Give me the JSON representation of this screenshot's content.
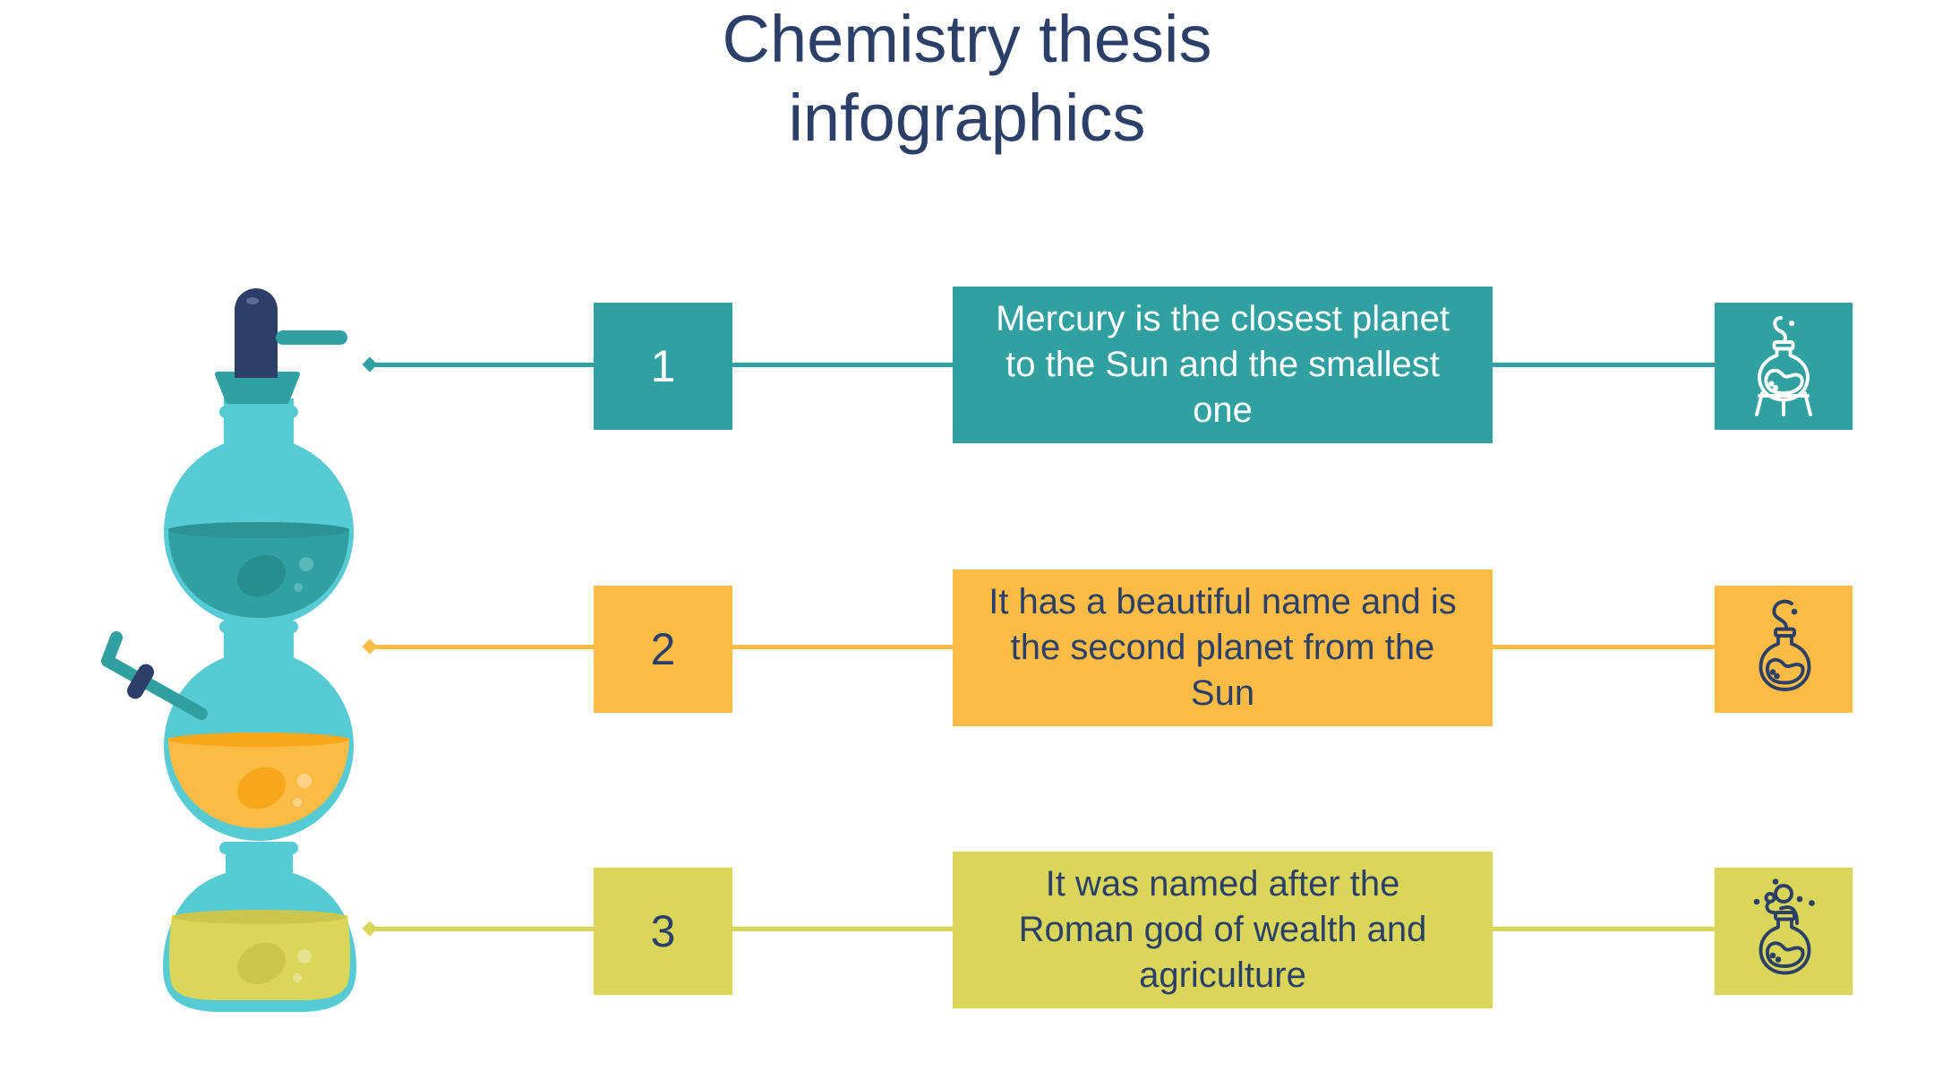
{
  "title": {
    "line1": "Chemistry thesis",
    "line2": "infographics"
  },
  "colors": {
    "title": "#2b3f68",
    "teal": "#31a0a0",
    "orange": "#fbbc45",
    "yellow": "#d9d65a",
    "navy": "#2b3f68",
    "glass": "#56cbd3"
  },
  "illustration": {
    "name": "stacked-chemistry-flasks",
    "layers": [
      "teal-liquid-flask",
      "orange-liquid-flask",
      "yellow-liquid-flask"
    ]
  },
  "steps": [
    {
      "number": "1",
      "text": "Mercury is the closest planet to the Sun and the smallest one",
      "icon": "flask-on-stand-icon",
      "color": "#31a0a0",
      "text_color": "#ffffff"
    },
    {
      "number": "2",
      "text": "It has a beautiful name and is the second planet from the Sun",
      "icon": "round-flask-smoke-icon",
      "color": "#fbbc45",
      "text_color": "#2b3f68"
    },
    {
      "number": "3",
      "text": "It was named after the Roman god of wealth and agriculture",
      "icon": "bubbling-flask-icon",
      "color": "#d9d65a",
      "text_color": "#2b3f68"
    }
  ]
}
